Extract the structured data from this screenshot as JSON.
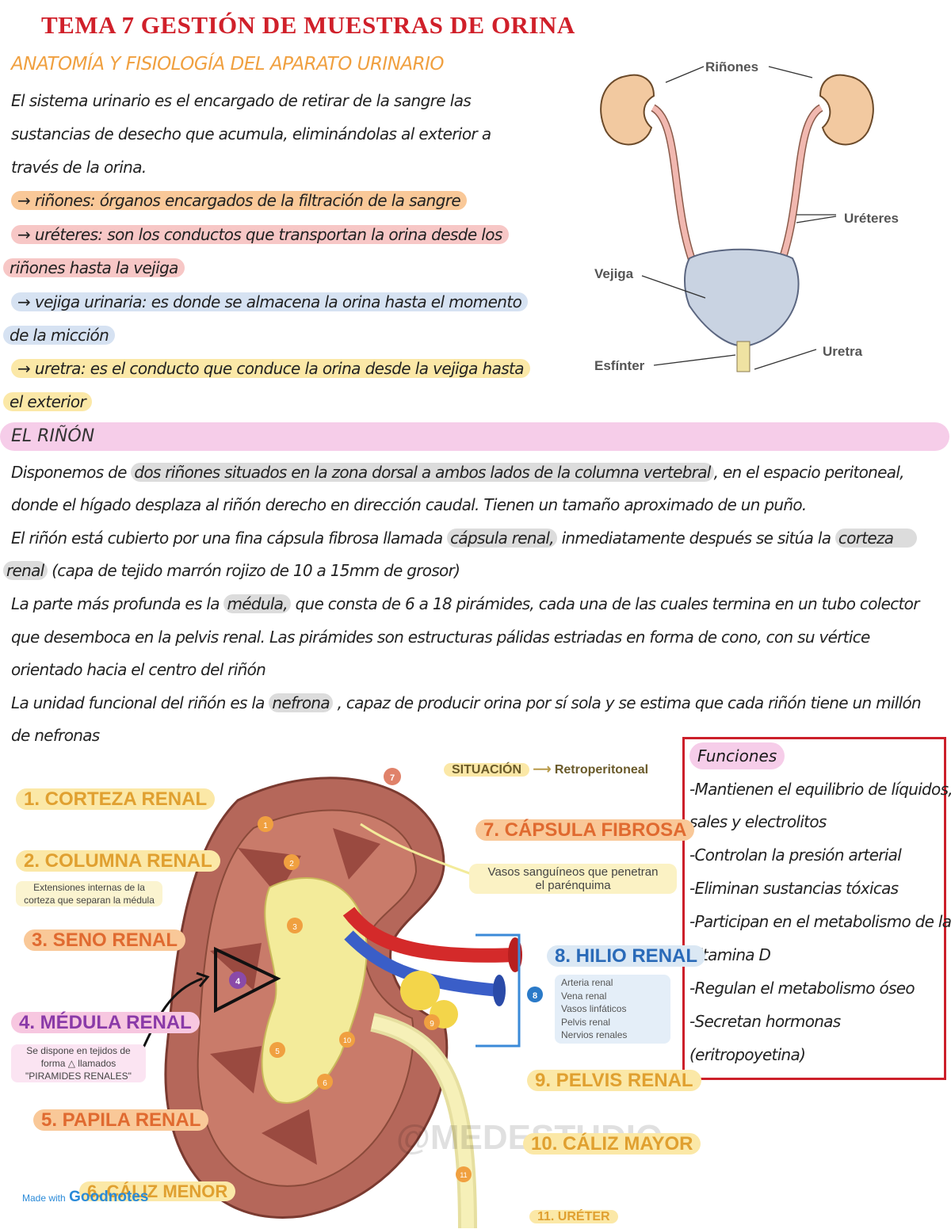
{
  "header": {
    "title": "TEMA 7 GESTIÓN DE MUESTRAS DE ORINA",
    "subtitle": "ANATOMÍA Y FISIOLOGÍA DEL APARATO URINARIO"
  },
  "intro": {
    "lines": [
      "El sistema urinario es el encargado de retirar de la sangre las",
      "sustancias de desecho que acumula, eliminándolas al exterior a",
      "través de la orina."
    ]
  },
  "organs": {
    "kidneys": "→ riñones: órganos encargados de la filtración de la sangre",
    "ureters_1": "→ uréteres: son los conductos que transportan la orina desde los",
    "ureters_2": "riñones hasta la vejiga",
    "bladder_1": "→ vejiga urinaria: es donde se almacena la orina hasta el momento",
    "bladder_2": "de la micción",
    "urethra_1": "→ uretra: es el conducto que conduce la orina desde la vejiga hasta",
    "urethra_2": "el exterior"
  },
  "diagram_top": {
    "labels": {
      "kidneys": "Riñones",
      "ureters": "Uréteres",
      "bladder": "Vejiga",
      "urethra": "Uretra",
      "sphincter": "Esfínter"
    }
  },
  "kidney_section": {
    "title": "EL RIÑÓN",
    "p1_l1_a": "Disponemos de ",
    "p1_l1_b": "dos riñones situados en la zona dorsal a ambos lados de la columna vertebral",
    "p1_l1_c": ", en el espacio peritoneal,",
    "p1_l2": "donde el hígado desplaza al riñón derecho en dirección caudal. Tienen un tamaño aproximado de un puño.",
    "p2_l1_a": "El riñón está cubierto por una fina cápsula fibrosa llamada ",
    "p2_l1_b": "cápsula renal,",
    "p2_l1_c": " inmediatamente después se sitúa la ",
    "p2_l1_d": "corteza",
    "p2_l2_a": "renal",
    "p2_l2_b": " (capa de tejido marrón rojizo de 10 a 15mm de grosor)",
    "p3_l1_a": "La parte más profunda es la ",
    "p3_l1_b": "médula,",
    "p3_l1_c": " que consta de 6 a 18 pirámides, cada una de las cuales termina en un tubo colector",
    "p3_l2": "que desemboca en la pelvis renal. Las pirámides son estructuras pálidas estriadas en forma de cono, con su vértice",
    "p3_l3": "orientado hacia el centro del riñón",
    "p4_l1_a": "La unidad funcional del riñón es la ",
    "p4_l1_b": "nefrona",
    "p4_l1_c": " , capaz de producir orina por sí sola y se estima que cada riñón tiene un millón",
    "p4_l2": "de nefronas"
  },
  "functions": {
    "title": "Funciones",
    "items": [
      "-Mantienen el equilibrio de líquidos,",
      "sales y electrolitos",
      "-Controlan la presión arterial",
      "-Eliminan sustancias tóxicas",
      "-Participan en el metabolismo de la",
      "vitamina D",
      "-Regulan el metabolismo óseo",
      "-Secretan hormonas",
      "(eritropoyetina)"
    ]
  },
  "diagram_kidney": {
    "situation": "SITUACIÓN",
    "situation_value": "Retroperitoneal",
    "l1": "1. CORTEZA RENAL",
    "l2": "2. COLUMNA RENAL",
    "l2_desc_1": "Extensiones internas de la",
    "l2_desc_2": "corteza que separan la médula",
    "l3": "3. SENO RENAL",
    "l4": "4. MÉDULA RENAL",
    "l4_desc_1": "Se dispone en tejidos de",
    "l4_desc_2": "forma △ llamados",
    "l4_desc_3": "\"PIRAMIDES RENALES\"",
    "l5": "5. PAPILA RENAL",
    "l6": "6. CÁLIZ MENOR",
    "l7": "7. CÁPSULA FIBROSA",
    "vessels_1": "Vasos sanguíneos que penetran",
    "vessels_2": "el parénquima",
    "l8": "8. HILIO RENAL",
    "hilio_items": [
      "Arteria renal",
      "Vena renal",
      "Vasos linfáticos",
      "Pelvis renal",
      "Nervios renales"
    ],
    "l9": "9. PELVIS RENAL",
    "l10": "10. CÁLIZ MAYOR",
    "l11": "11. URÉTER",
    "watermark": "@MEDESTUDIO_",
    "made_with": "Made with",
    "goodnotes": "Goodnotes"
  },
  "colors": {
    "title_red": "#d0202a",
    "subtitle_orange": "#f0a040",
    "hl_orange": "#f9c898",
    "hl_pink": "#f7c7c6",
    "hl_blue": "#d6e2f2",
    "hl_yellow": "#fbe8a7",
    "section_pink": "#f6cde9",
    "box_red": "#cc1f2a"
  }
}
